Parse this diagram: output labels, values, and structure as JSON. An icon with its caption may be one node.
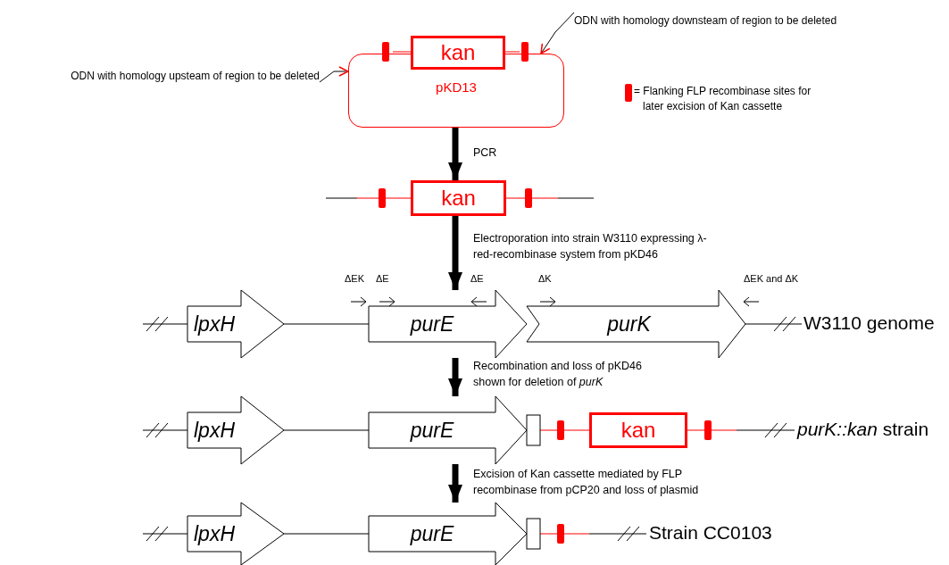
{
  "diagram": {
    "nodes": [
      {
        "text": [
          "pKD13"
        ]
      },
      {
        "text": [
          "kan"
        ]
      },
      {
        "text": [
          "kan"
        ]
      },
      {
        "text": [
          "lpxH"
        ]
      },
      {
        "text": [
          "purE"
        ]
      },
      {
        "text": [
          "purK"
        ]
      },
      {
        "text": [
          "lpxH"
        ]
      },
      {
        "text": [
          "purE"
        ]
      },
      {
        "text": [
          "kan"
        ]
      },
      {
        "text": [
          "lpxH"
        ]
      },
      {
        "text": [
          "purE"
        ]
      },
      {
        "text": [
          "ODN with homology upsteam of region to be deleted"
        ]
      },
      {
        "text": [
          "ODN with homology downsteam of region to be deleted"
        ]
      }
    ],
    "edges": [
      {
        "from": 0,
        "to": 2,
        "arrow": "to",
        "style": "thick",
        "label": "PCR"
      },
      {
        "from": 2,
        "to": 4,
        "arrow": "to",
        "style": "thick",
        "label": "Electroporation into strain W3110 expressing λ-red-recombinase  system from pKD46"
      },
      {
        "from": 4,
        "to": 7,
        "arrow": "to",
        "style": "thick",
        "label": "Recombination and loss of pKD46 shown for deletion of *purK*"
      },
      {
        "from": 7,
        "to": 10,
        "arrow": "to",
        "style": "thick",
        "label": "Excision of Kan cassette mediated by FLP recombinase from pCP20  and loss of plasmid"
      },
      {
        "from": 11,
        "to": 0,
        "arrow": "to"
      },
      {
        "from": 12,
        "to": 0,
        "arrow": "to"
      },
      {
        "from": 3,
        "to": 4,
        "arrow": "none"
      },
      {
        "from": 6,
        "to": 7,
        "arrow": "none"
      },
      {
        "from": 7,
        "to": 8,
        "arrow": "none",
        "color": "#ff0000"
      },
      {
        "from": 9,
        "to": 10,
        "arrow": "none"
      }
    ],
    "labels": [
      "ΔEK",
      "ΔE",
      "ΔE",
      "ΔK",
      "ΔEK and ΔK",
      "W3110 genome",
      "*purK::kan* strain",
      "Strain CC0103"
    ],
    "legend": [
      {
        "text": "= Flanking FLP recombinase sites for later excision of Kan cassette",
        "color": "#ff0000"
      }
    ]
  }
}
